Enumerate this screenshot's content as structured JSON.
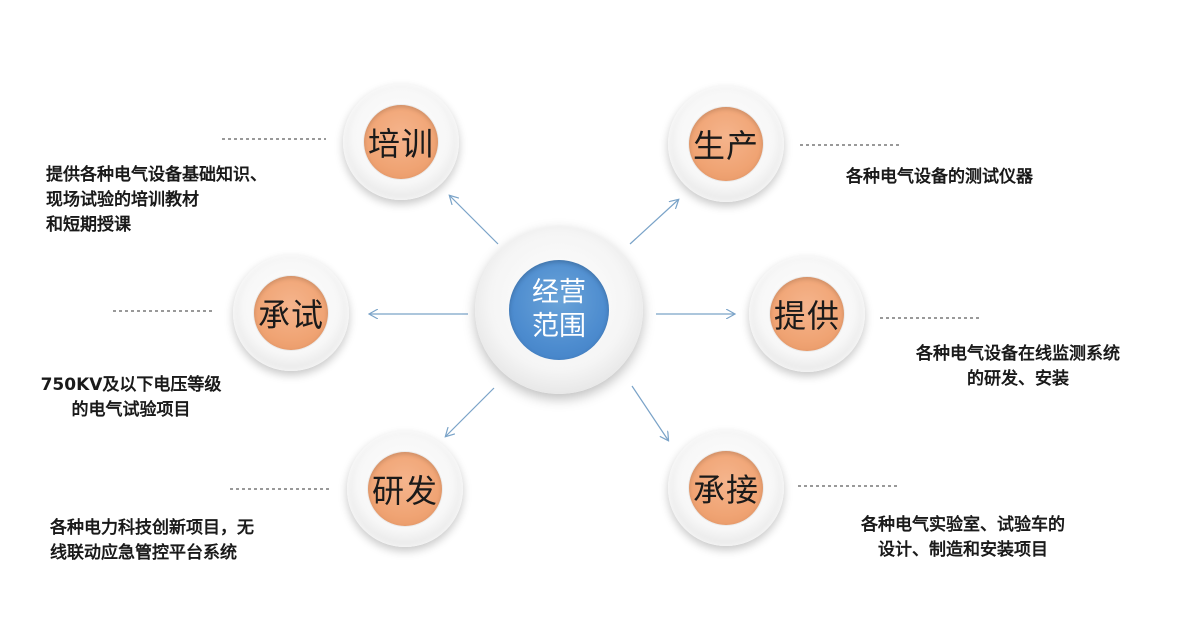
{
  "center": {
    "label": "经营\n范围",
    "color": "#4d8ccf"
  },
  "node_color": "#f0a474",
  "connector_color": "#7aa3c8",
  "nodes": [
    {
      "id": "training",
      "label": "培训",
      "description": "提供各种电气设备基础知识、\n现场试验的培训教材\n   和短期授课"
    },
    {
      "id": "production",
      "label": "生产",
      "description": "各种电气设备的测试仪器"
    },
    {
      "id": "testing",
      "label": "承试",
      "description": "750KV及以下电压等级\n的电气试验项目"
    },
    {
      "id": "supply",
      "label": "提供",
      "description": "各种电气设备在线监测系统\n的研发、安装"
    },
    {
      "id": "rnd",
      "label": "研发",
      "description": "各种电力科技创新项目，无\n线联动应急管控平台系统"
    },
    {
      "id": "contract",
      "label": "承接",
      "description": "各种电气实验室、试验车的\n设计、制造和安装项目"
    }
  ]
}
